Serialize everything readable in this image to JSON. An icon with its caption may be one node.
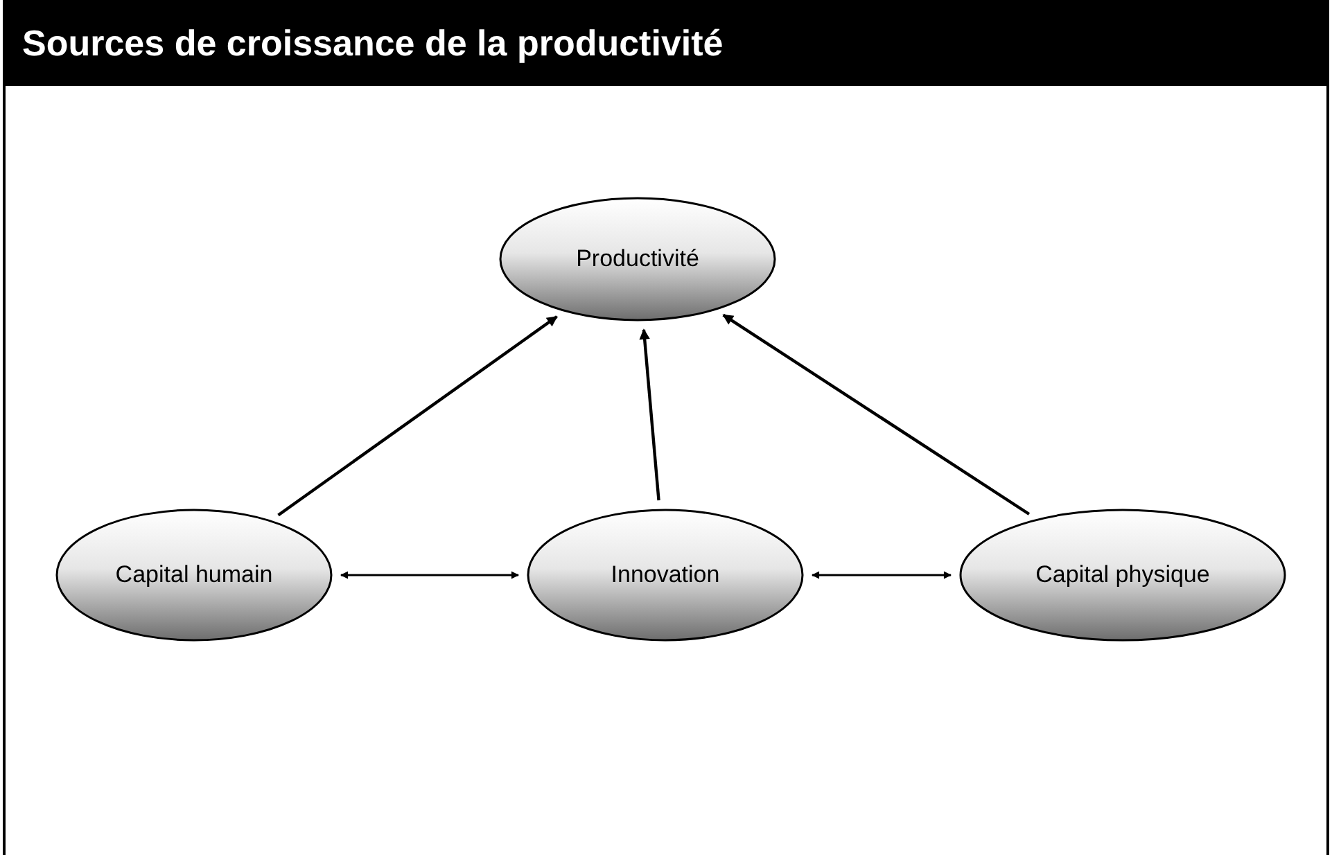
{
  "diagram": {
    "title": "Sources de croissance de la productivité",
    "nodes": [
      {
        "text": [
          "Productivité"
        ]
      },
      {
        "text": [
          "Capital humain"
        ]
      },
      {
        "text": [
          "Innovation"
        ]
      },
      {
        "text": [
          "Capital physique"
        ]
      }
    ],
    "edges": [
      {
        "from": 1,
        "to": 0,
        "arrow": "to"
      },
      {
        "from": 2,
        "to": 0,
        "arrow": "to"
      },
      {
        "from": 3,
        "to": 0,
        "arrow": "to"
      },
      {
        "from": 1,
        "to": 2,
        "arrow": "both"
      },
      {
        "from": 2,
        "to": 3,
        "arrow": "both"
      }
    ]
  }
}
